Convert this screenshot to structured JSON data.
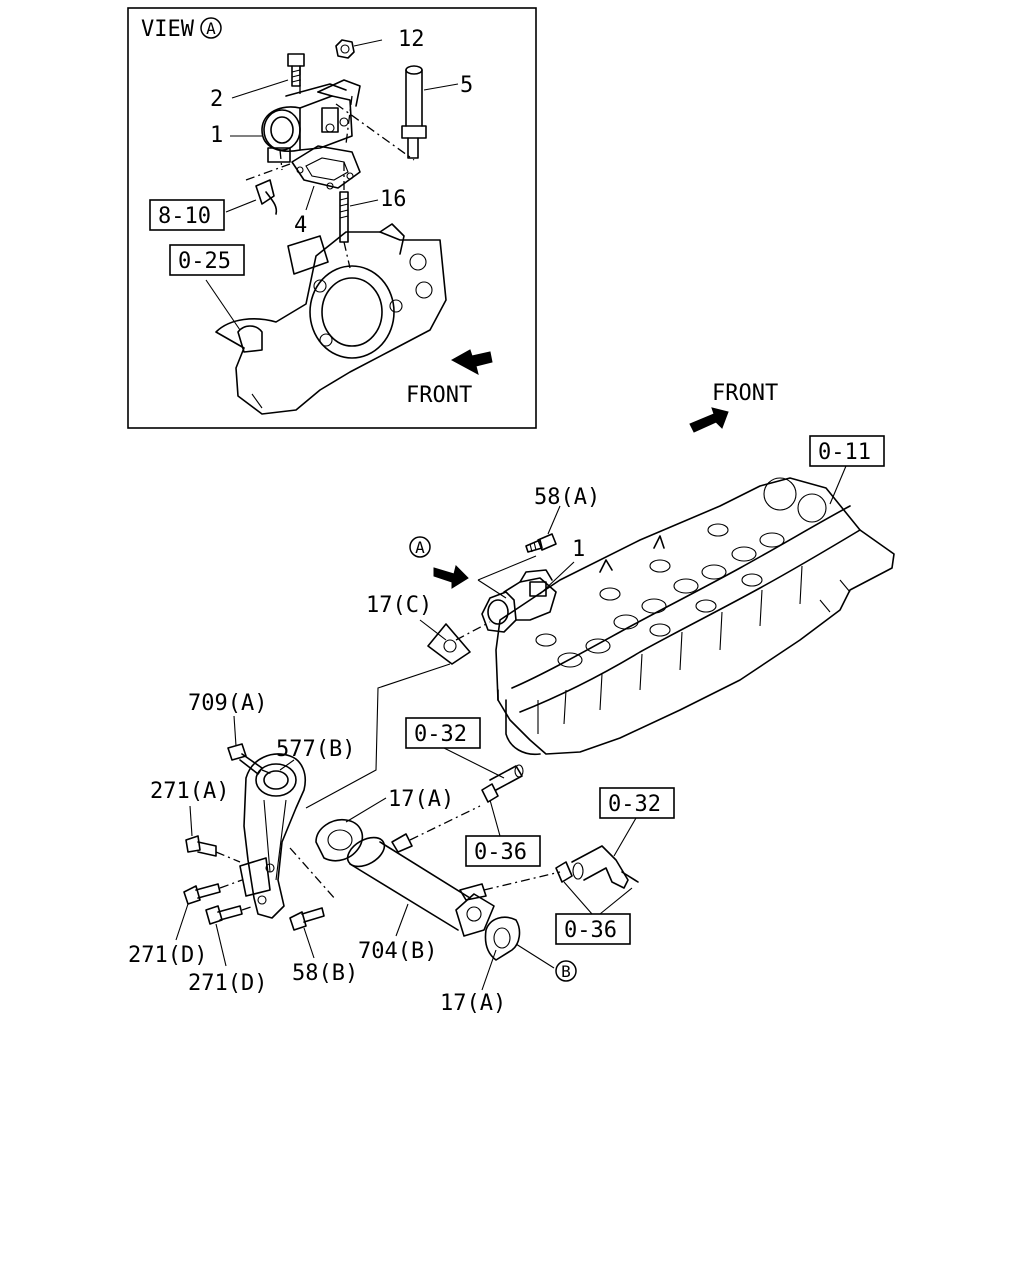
{
  "inset": {
    "view_label": "VIEW",
    "view_marker": "A",
    "front_label": "FRONT",
    "callouts": {
      "c1": "1",
      "c2": "2",
      "c4": "4",
      "c5": "5",
      "c12": "12",
      "c16": "16"
    },
    "refs": {
      "r810": "8-10",
      "r025": "0-25"
    }
  },
  "main": {
    "front_label": "FRONT",
    "view_marker": "A",
    "circle_b": "B",
    "refs": {
      "r011": "0-11",
      "r032a": "0-32",
      "r032b": "0-32",
      "r036a": "0-36",
      "r036b": "0-36"
    },
    "callouts": {
      "p58a": "58(A)",
      "p1": "1",
      "p17c": "17(C)",
      "p709a": "709(A)",
      "p577b": "577(B)",
      "p271a": "271(A)",
      "p17a_top": "17(A)",
      "p271d_1": "271(D)",
      "p271d_2": "271(D)",
      "p58b": "58(B)",
      "p704b": "704(B)",
      "p17a_bot": "17(A)"
    }
  }
}
